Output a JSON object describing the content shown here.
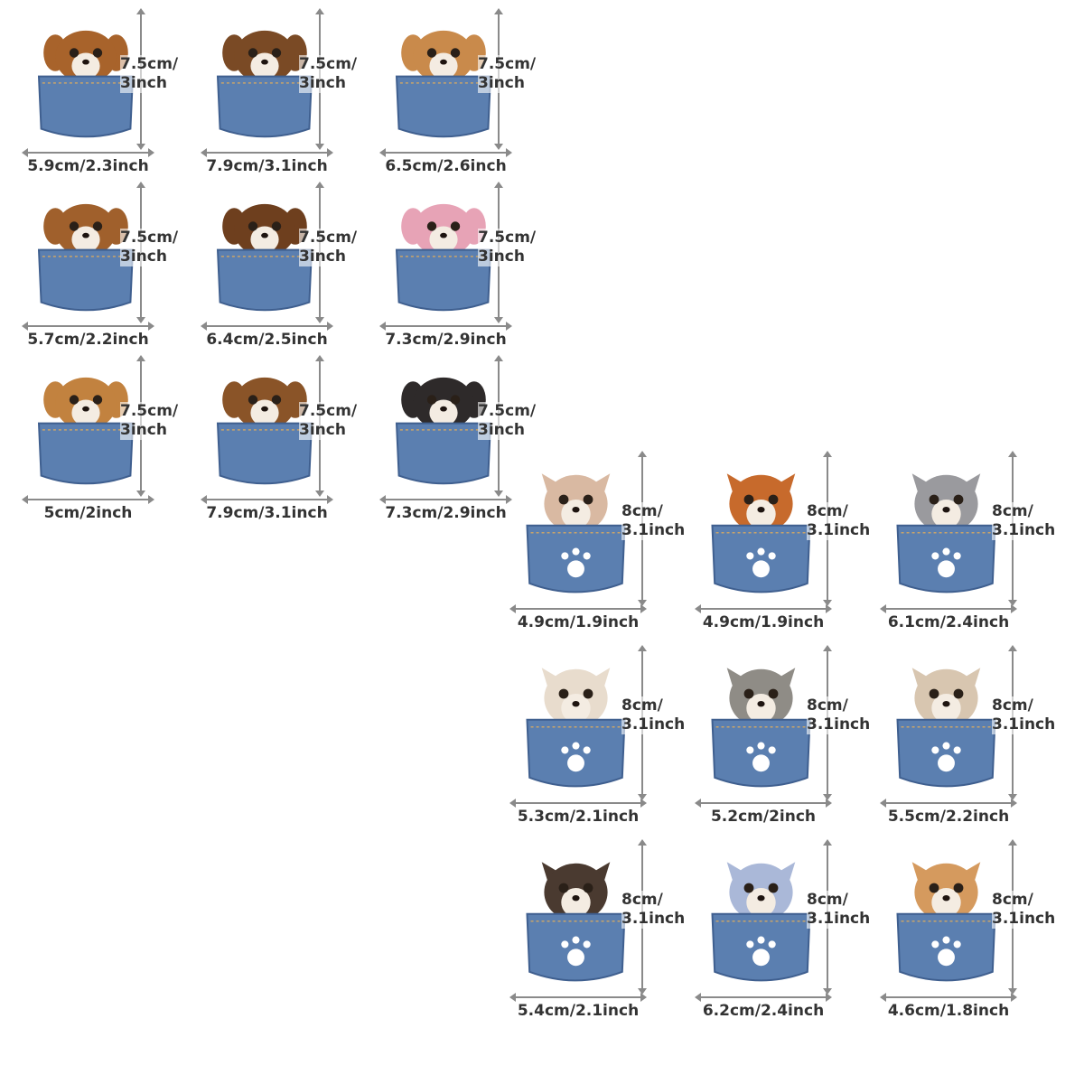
{
  "dogs": [
    {
      "height": "7.5cm/",
      "height_in": "3inch",
      "width": "5.9cm/2.3inch",
      "fur": "#a8632b"
    },
    {
      "height": "7.5cm/",
      "height_in": "3inch",
      "width": "7.9cm/3.1inch",
      "fur": "#7a4a25"
    },
    {
      "height": "7.5cm/",
      "height_in": "3inch",
      "width": "6.5cm/2.6inch",
      "fur": "#c98a4b"
    },
    {
      "height": "7.5cm/",
      "height_in": "3inch",
      "width": "5.7cm/2.2inch",
      "fur": "#a0602c"
    },
    {
      "height": "7.5cm/",
      "height_in": "3inch",
      "width": "6.4cm/2.5inch",
      "fur": "#6e3f1e"
    },
    {
      "height": "7.5cm/",
      "height_in": "3inch",
      "width": "7.3cm/2.9inch",
      "fur": "#e7a3b6"
    },
    {
      "height": "7.5cm/",
      "height_in": "3inch",
      "width": "5cm/2inch",
      "fur": "#c2823f"
    },
    {
      "height": "7.5cm/",
      "height_in": "3inch",
      "width": "7.9cm/3.1inch",
      "fur": "#8a5428"
    },
    {
      "height": "7.5cm/",
      "height_in": "3inch",
      "width": "7.3cm/2.9inch",
      "fur": "#2e2a2a"
    }
  ],
  "cats": [
    {
      "height": "8cm/",
      "height_in": "3.1inch",
      "width": "4.9cm/1.9inch",
      "fur": "#d9b9a2"
    },
    {
      "height": "8cm/",
      "height_in": "3.1inch",
      "width": "4.9cm/1.9inch",
      "fur": "#c76a2c"
    },
    {
      "height": "8cm/",
      "height_in": "3.1inch",
      "width": "6.1cm/2.4inch",
      "fur": "#9a9a9e"
    },
    {
      "height": "8cm/",
      "height_in": "3.1inch",
      "width": "5.3cm/2.1inch",
      "fur": "#e8dccd"
    },
    {
      "height": "8cm/",
      "height_in": "3.1inch",
      "width": "5.2cm/2inch",
      "fur": "#8f8c86"
    },
    {
      "height": "8cm/",
      "height_in": "3.1inch",
      "width": "5.5cm/2.2inch",
      "fur": "#d8c6b0"
    },
    {
      "height": "8cm/",
      "height_in": "3.1inch",
      "width": "5.4cm/2.1inch",
      "fur": "#4a3a30"
    },
    {
      "height": "8cm/",
      "height_in": "3.1inch",
      "width": "6.2cm/2.4inch",
      "fur": "#aab8d8"
    },
    {
      "height": "8cm/",
      "height_in": "3.1inch",
      "width": "4.6cm/1.8inch",
      "fur": "#d59a5e"
    }
  ],
  "colors": {
    "denim": "#5b7fb0",
    "denim_dark": "#3f5f8f",
    "arrow": "#8a8a8a"
  }
}
